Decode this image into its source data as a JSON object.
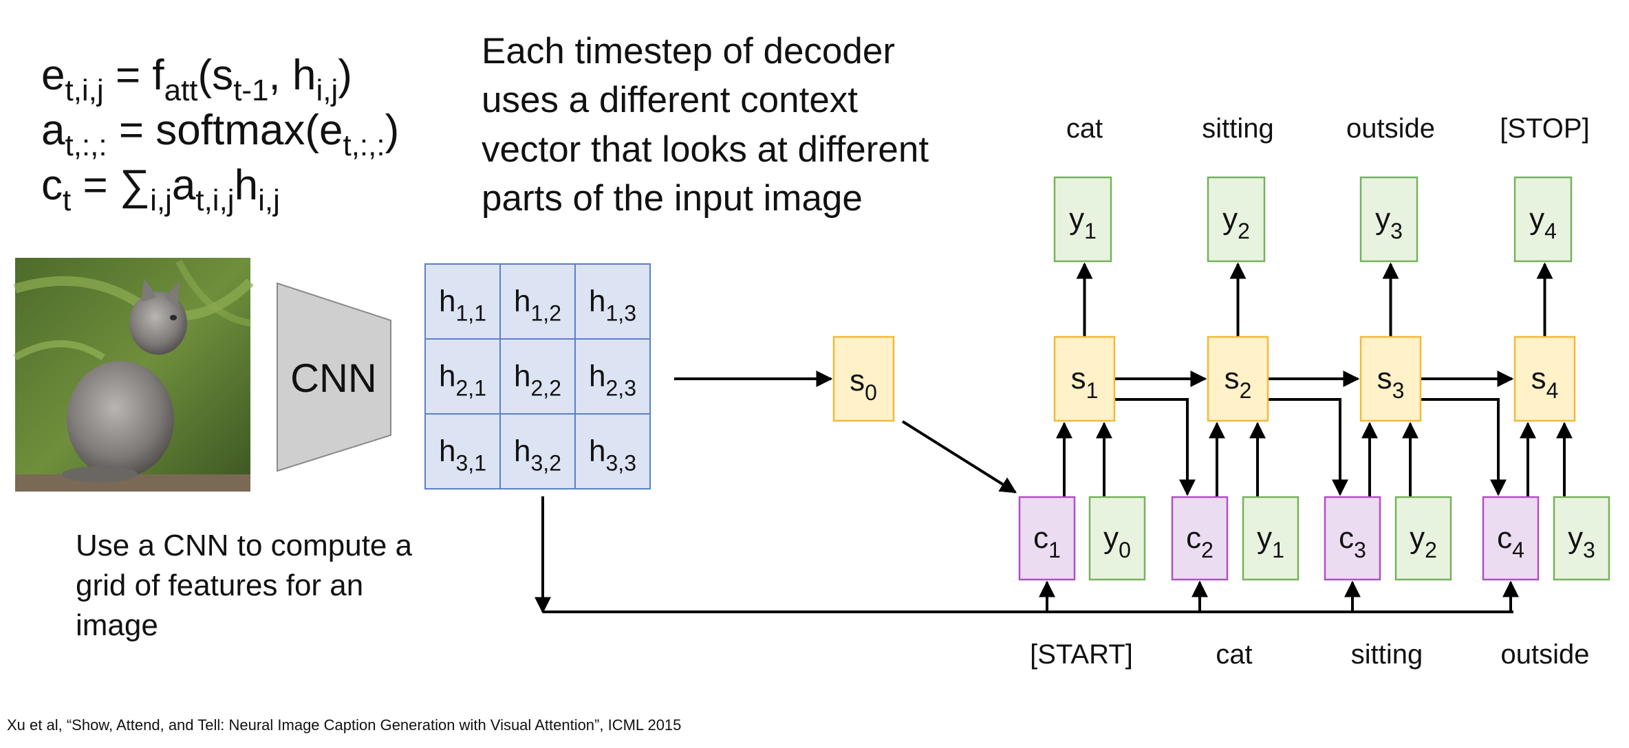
{
  "equations": {
    "line1": {
      "a": "e",
      "a_sub": "t,i,j",
      "b": " = f",
      "b_sub": "att",
      "c": "(s",
      "c_sub": "t-1",
      "d": ", h",
      "d_sub": "i,j",
      "e": ")"
    },
    "line2": {
      "a": "a",
      "a_sub": "t,:,:",
      "b": " = softmax(e",
      "b_sub": "t,:,:",
      "c": ")"
    },
    "line3": {
      "a": "c",
      "a_sub": "t",
      "b": " = ∑",
      "b_sub": "i,j",
      "c": "a",
      "c_sub": "t,i,j",
      "d": "h",
      "d_sub": "i,j"
    }
  },
  "description": [
    "Each timestep of decoder",
    "uses a different context",
    "vector that looks at different",
    "parts of the input image"
  ],
  "cnn": {
    "label": "CNN"
  },
  "cnn_caption": [
    "Use a CNN to compute a",
    "grid of features for an",
    "image"
  ],
  "grid": {
    "letter": "h",
    "cells": [
      [
        "1,1",
        "1,2",
        "1,3"
      ],
      [
        "2,1",
        "2,2",
        "2,3"
      ],
      [
        "3,1",
        "3,2",
        "3,3"
      ]
    ]
  },
  "s0": {
    "letter": "s",
    "sub": "0"
  },
  "decoder": {
    "states": [
      {
        "letter": "s",
        "sub": "1"
      },
      {
        "letter": "s",
        "sub": "2"
      },
      {
        "letter": "s",
        "sub": "3"
      },
      {
        "letter": "s",
        "sub": "4"
      }
    ],
    "outputs": [
      {
        "letter": "y",
        "sub": "1"
      },
      {
        "letter": "y",
        "sub": "2"
      },
      {
        "letter": "y",
        "sub": "3"
      },
      {
        "letter": "y",
        "sub": "4"
      }
    ],
    "contexts": [
      {
        "letter": "c",
        "sub": "1"
      },
      {
        "letter": "c",
        "sub": "2"
      },
      {
        "letter": "c",
        "sub": "3"
      },
      {
        "letter": "c",
        "sub": "4"
      }
    ],
    "inputs": [
      {
        "letter": "y",
        "sub": "0"
      },
      {
        "letter": "y",
        "sub": "1"
      },
      {
        "letter": "y",
        "sub": "2"
      },
      {
        "letter": "y",
        "sub": "3"
      }
    ],
    "output_words": [
      "cat",
      "sitting",
      "outside",
      "[STOP]"
    ],
    "input_words": [
      "[START]",
      "cat",
      "sitting",
      "outside"
    ]
  },
  "image": {
    "subject": "gray kitten sitting on a log looking up, green foliage background"
  },
  "colors": {
    "grid_fill": "#dce3f3",
    "grid_stroke": "#5b7fc7",
    "state_fill": "#fff1c8",
    "state_stroke": "#f2b93b",
    "output_fill": "#e8f3df",
    "output_stroke": "#76b25a",
    "context_fill": "#ecdcf1",
    "context_stroke": "#b04fc6",
    "cnn_fill": "#cfcfcf",
    "cnn_stroke": "#8a8a8a"
  },
  "citation": "Xu et al, “Show, Attend, and Tell: Neural Image Caption Generation with Visual Attention”, ICML 2015"
}
